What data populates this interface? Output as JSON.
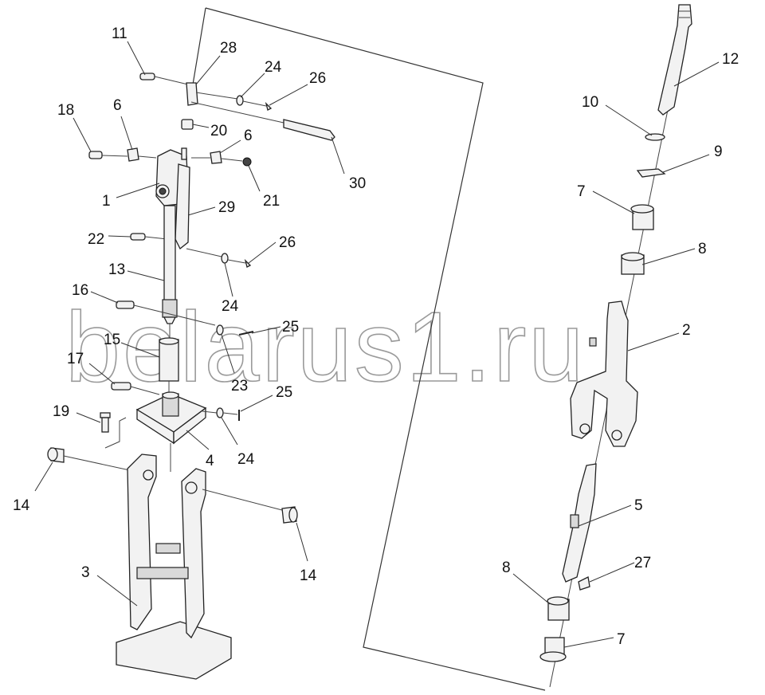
{
  "watermark": "belarus1.ru",
  "corner_mark": "",
  "callouts": [
    {
      "id": "c11",
      "text": "11"
    },
    {
      "id": "c28",
      "text": "28"
    },
    {
      "id": "c24a",
      "text": "24"
    },
    {
      "id": "c26a",
      "text": "26"
    },
    {
      "id": "c18",
      "text": "18"
    },
    {
      "id": "c6a",
      "text": "6"
    },
    {
      "id": "c20",
      "text": "20"
    },
    {
      "id": "c6b",
      "text": "6"
    },
    {
      "id": "c30",
      "text": "30"
    },
    {
      "id": "c1",
      "text": "1"
    },
    {
      "id": "c21",
      "text": "21"
    },
    {
      "id": "c29",
      "text": "29"
    },
    {
      "id": "c22",
      "text": "22"
    },
    {
      "id": "c26b",
      "text": "26"
    },
    {
      "id": "c13",
      "text": "13"
    },
    {
      "id": "c24b",
      "text": "24"
    },
    {
      "id": "c16",
      "text": "16"
    },
    {
      "id": "c25a",
      "text": "25"
    },
    {
      "id": "c15",
      "text": "15"
    },
    {
      "id": "c23",
      "text": "23"
    },
    {
      "id": "c17",
      "text": "17"
    },
    {
      "id": "c25b",
      "text": "25"
    },
    {
      "id": "c19",
      "text": "19"
    },
    {
      "id": "c4",
      "text": "4"
    },
    {
      "id": "c24c",
      "text": "24"
    },
    {
      "id": "c14a",
      "text": "14"
    },
    {
      "id": "c14b",
      "text": "14"
    },
    {
      "id": "c3",
      "text": "3"
    },
    {
      "id": "c12",
      "text": "12"
    },
    {
      "id": "c10",
      "text": "10"
    },
    {
      "id": "c9",
      "text": "9"
    },
    {
      "id": "c7a",
      "text": "7"
    },
    {
      "id": "c8a",
      "text": "8"
    },
    {
      "id": "c2",
      "text": "2"
    },
    {
      "id": "c5",
      "text": "5"
    },
    {
      "id": "c27",
      "text": "27"
    },
    {
      "id": "c8b",
      "text": "8"
    },
    {
      "id": "c7b",
      "text": "7"
    }
  ]
}
